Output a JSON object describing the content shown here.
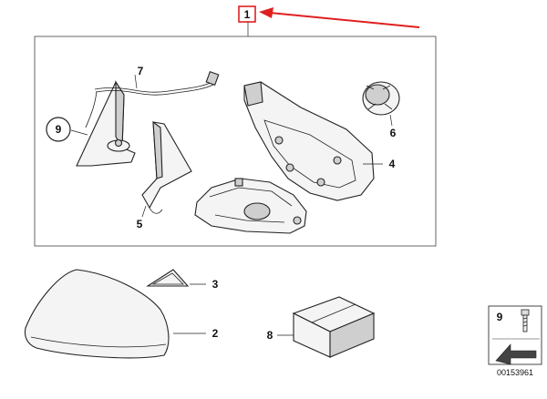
{
  "callouts": {
    "assembly": "1",
    "cover": "2",
    "glass_piece": "3",
    "carrier": "4",
    "trim_cover": "5",
    "actuator": "6",
    "cable": "7",
    "box": "8",
    "base": "9",
    "screw_key": "9"
  },
  "catalog_number": "00153961",
  "colors": {
    "accent_arrow": "#e02020",
    "line": "#222222",
    "fill": "#f4f4f4"
  }
}
